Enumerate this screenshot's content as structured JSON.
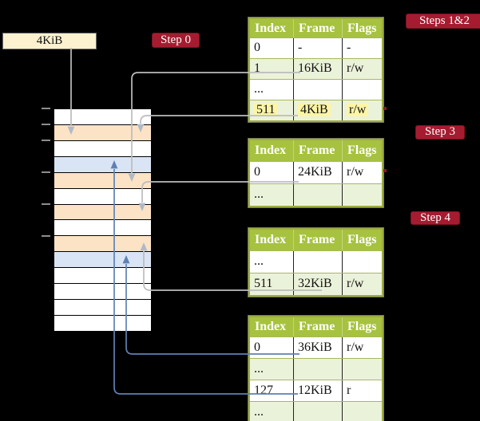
{
  "title_box": {
    "label": "4KiB"
  },
  "steps": {
    "step0": "Step 0",
    "steps12": "Steps 1&2",
    "step3": "Step 3",
    "step4": "Step 4"
  },
  "memory": {
    "rows": [
      "white",
      "orange",
      "white",
      "blue",
      "orange",
      "white",
      "orange",
      "white",
      "orange",
      "blue",
      "white",
      "white",
      "white",
      "white"
    ],
    "tick_row_offsets_kib": [
      "0",
      "4",
      "8",
      "16",
      "24",
      "32"
    ]
  },
  "tables": [
    {
      "headers": [
        "Index",
        "Frame",
        "Flags"
      ],
      "rows": [
        {
          "index": "0",
          "frame": "-",
          "flags": "-"
        },
        {
          "index": "1",
          "frame": "16KiB",
          "flags": "r/w"
        },
        {
          "index": "...",
          "frame": "",
          "flags": ""
        },
        {
          "index": "511",
          "frame": "4KiB",
          "flags": "r/w"
        }
      ]
    },
    {
      "headers": [
        "Index",
        "Frame",
        "Flags"
      ],
      "rows": [
        {
          "index": "0",
          "frame": "24KiB",
          "flags": "r/w"
        },
        {
          "index": "...",
          "frame": "",
          "flags": ""
        }
      ]
    },
    {
      "headers": [
        "Index",
        "Frame",
        "Flags"
      ],
      "rows": [
        {
          "index": "...",
          "frame": "",
          "flags": ""
        },
        {
          "index": "511",
          "frame": "32KiB",
          "flags": "r/w"
        }
      ]
    },
    {
      "headers": [
        "Index",
        "Frame",
        "Flags"
      ],
      "rows": [
        {
          "index": "0",
          "frame": "36KiB",
          "flags": "r/w"
        },
        {
          "index": "...",
          "frame": "",
          "flags": ""
        },
        {
          "index": "127",
          "frame": "12KiB",
          "flags": "r"
        },
        {
          "index": "...",
          "frame": "",
          "flags": ""
        }
      ]
    }
  ],
  "connectors": [
    {
      "from": "4KiB-box",
      "to": "memory-row-2 (4KiB page)",
      "color": "gray"
    },
    {
      "from": "table1-entry-1",
      "to": "memory-row-5 (16KiB page)",
      "color": "gray"
    },
    {
      "from": "table1-entry-511",
      "to": "memory-row-2 (4KiB page)",
      "color": "gray"
    },
    {
      "from": "table2-entry-0",
      "to": "memory-row-7 (24KiB page)",
      "color": "gray"
    },
    {
      "from": "table3-entry-511",
      "to": "memory-row-9 (32KiB page)",
      "color": "gray"
    },
    {
      "from": "table4-entry-0",
      "to": "memory-row-10 (36KiB page)",
      "color": "blue"
    },
    {
      "from": "table4-entry-127",
      "to": "memory-row-4 (12KiB page)",
      "color": "blue"
    }
  ],
  "colors": {
    "background": "#000000",
    "step_label_bg": "#a51c30",
    "table_header_bg": "#a6c23f",
    "table_border": "#9ead3f",
    "table_alt_row_bg": "#ebf2da",
    "highlight_yellow": "#fbf5a5",
    "page_table_row_orange": "#fce3c6",
    "data_page_row_blue": "#d9e5f4",
    "kbox_bg": "#fdf2d0",
    "gray_pointer": "#bcbcbc",
    "blue_pointer": "#5e81b5"
  }
}
